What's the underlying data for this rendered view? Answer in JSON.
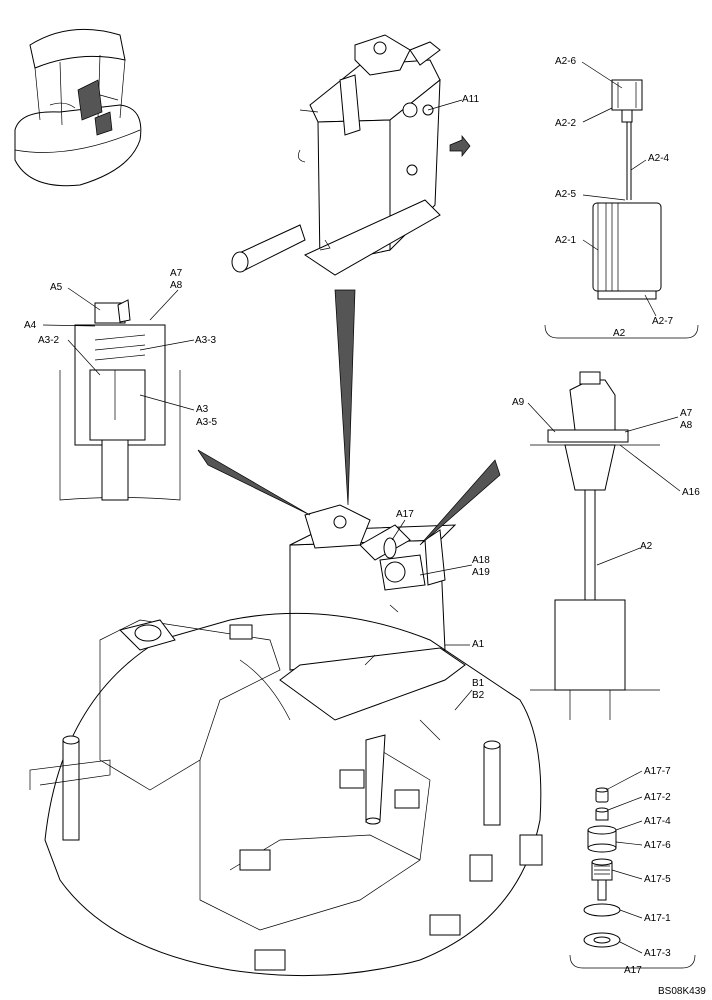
{
  "labels": {
    "a11": "A11",
    "a2_6": "A2-6",
    "a2_2": "A2-2",
    "a2_4": "A2-4",
    "a2_5": "A2-5",
    "a2_1": "A2-1",
    "a2_7": "A2-7",
    "a2": "A2",
    "a7_top": "A7",
    "a8_top": "A8",
    "a5": "A5",
    "a4": "A4",
    "a3_2": "A3-2",
    "a3_3": "A3-3",
    "a3": "A3",
    "a3_5": "A3-5",
    "a9": "A9",
    "a7_right": "A7",
    "a8_right": "A8",
    "a16": "A16",
    "a2_right": "A2",
    "a17": "A17",
    "a18": "A18",
    "a19": "A19",
    "a1": "A1",
    "b1": "B1",
    "b2": "B2",
    "a17_7": "A17-7",
    "a17_2": "A17-2",
    "a17_4": "A17-4",
    "a17_6": "A17-6",
    "a17_5": "A17-5",
    "a17_1": "A17-1",
    "a17_3": "A17-3",
    "a17_group": "A17",
    "ref_code": "BS08K439"
  }
}
